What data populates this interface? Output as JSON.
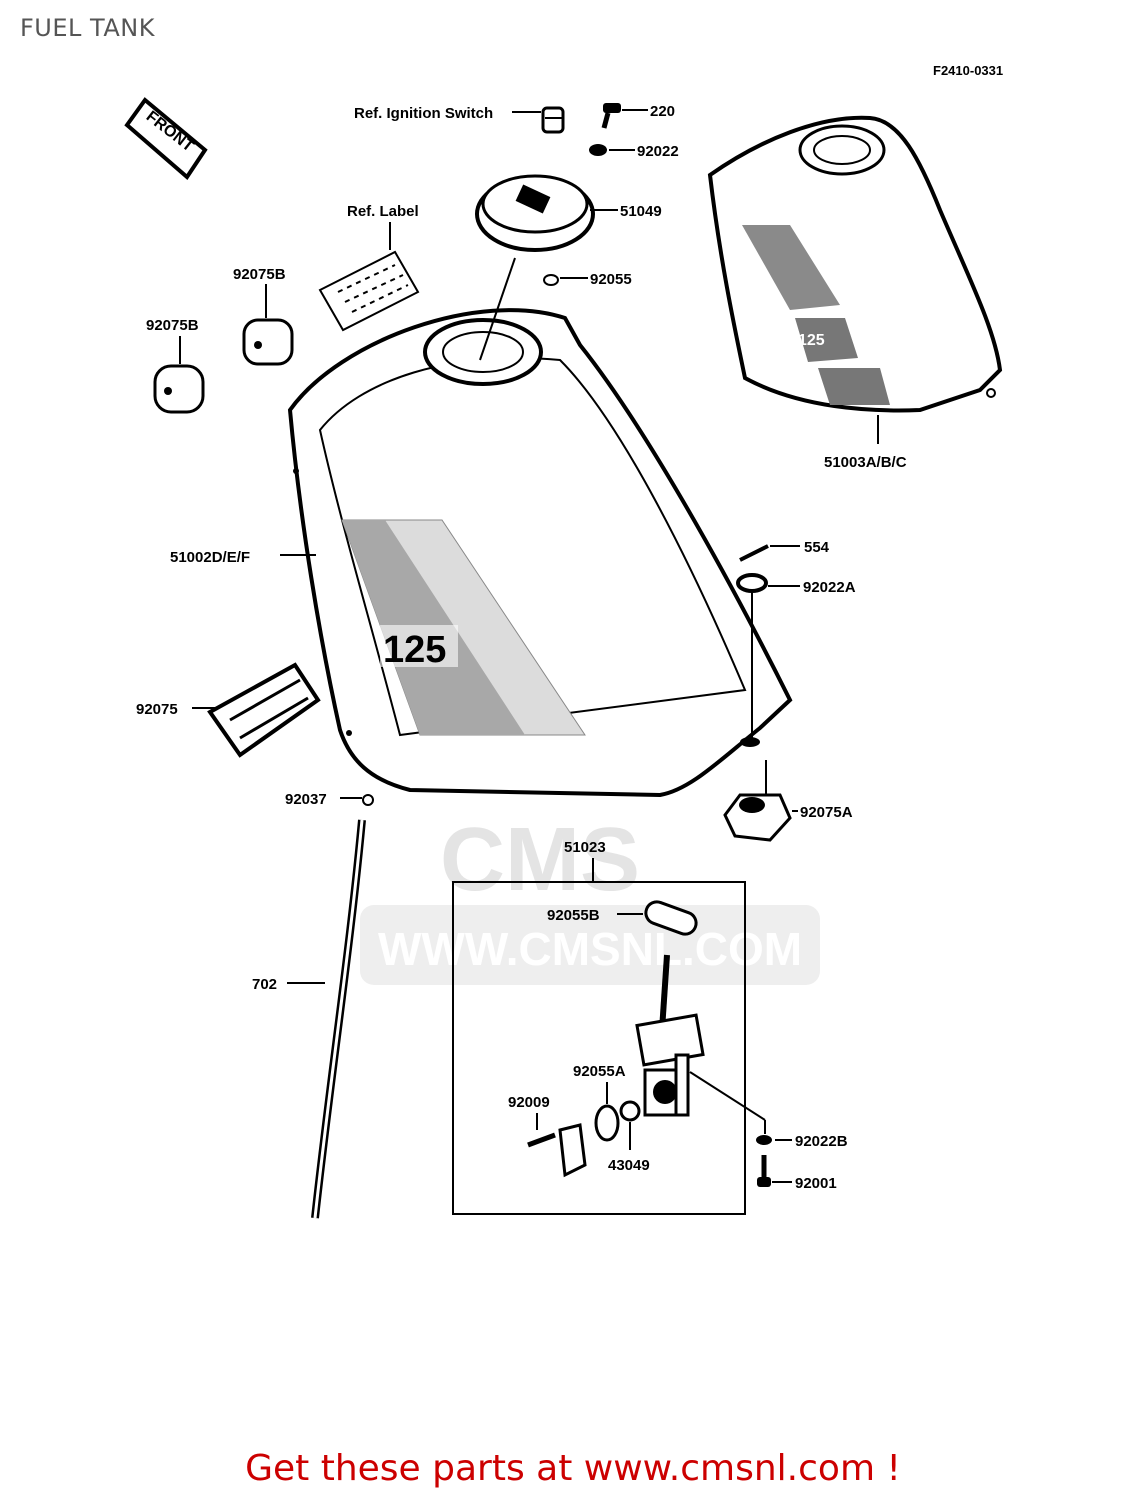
{
  "page": {
    "title": "FUEL TANK",
    "figure_code": "F2410-0331",
    "footer": "Get these parts at www.cmsnl.com !"
  },
  "watermark": {
    "logo_text": "CMS",
    "url_text": "WWW.CMSNL.COM"
  },
  "artwork": {
    "front_arrow": "FRONT",
    "tank_badge": "125",
    "cover_badge": "125"
  },
  "callouts": {
    "ref_ignition_switch": "Ref. Ignition Switch",
    "p220": "220",
    "p92022": "92022",
    "p51049": "51049",
    "p92055": "92055",
    "ref_label": "Ref. Label",
    "p92075B_a": "92075B",
    "p92075B_b": "92075B",
    "p51003": "51003A/B/C",
    "p51002": "51002D/E/F",
    "p554": "554",
    "p92022A": "92022A",
    "p92075": "92075",
    "p92075A": "92075A",
    "p92037": "92037",
    "p51023": "51023",
    "p92055B": "92055B",
    "p702": "702",
    "p92055A": "92055A",
    "p92009": "92009",
    "p92022B": "92022B",
    "p43049": "43049",
    "p92001": "92001"
  }
}
